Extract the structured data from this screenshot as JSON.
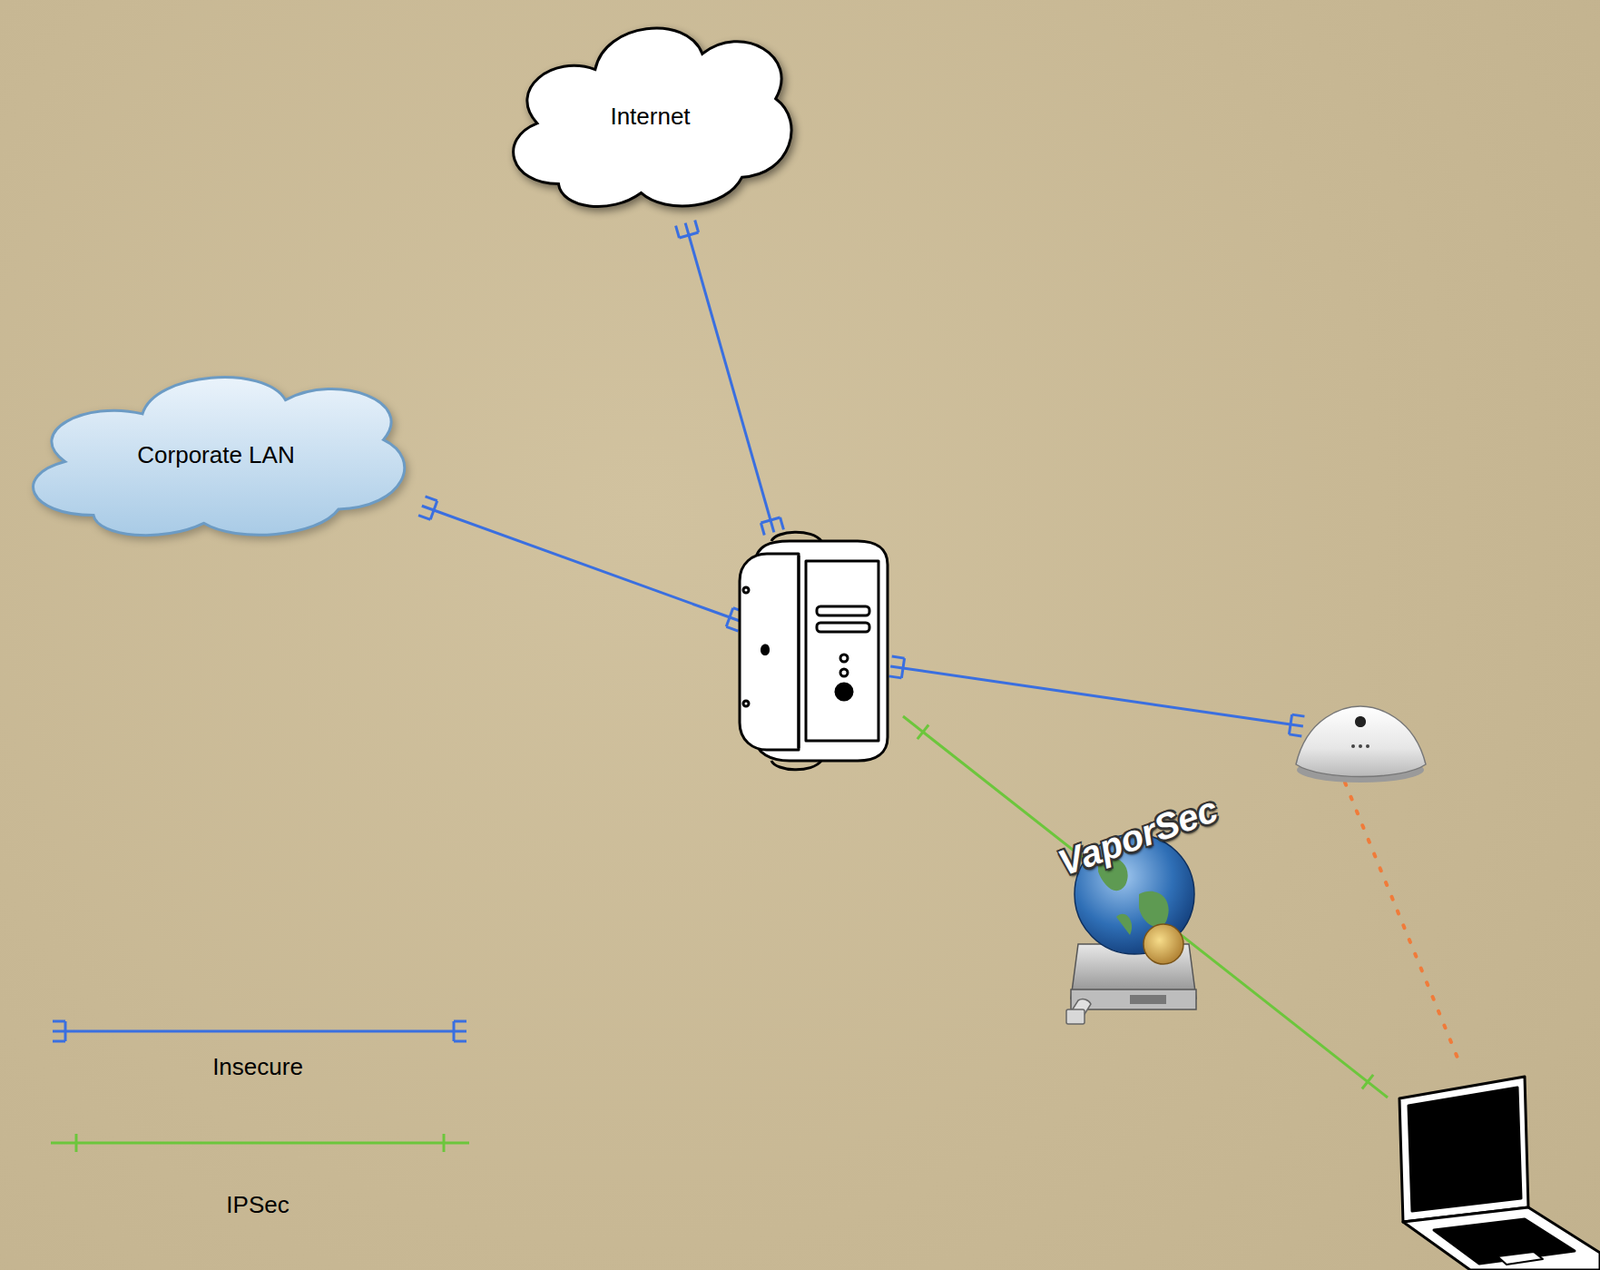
{
  "diagram": {
    "nodes": [
      {
        "text": [
          "Internet"
        ]
      },
      {
        "text": [
          "Corporate LAN"
        ]
      }
    ],
    "labels": [
      "VaporSec"
    ],
    "legend": [
      {
        "text": "Insecure"
      },
      {
        "text": "IPSec"
      }
    ]
  }
}
